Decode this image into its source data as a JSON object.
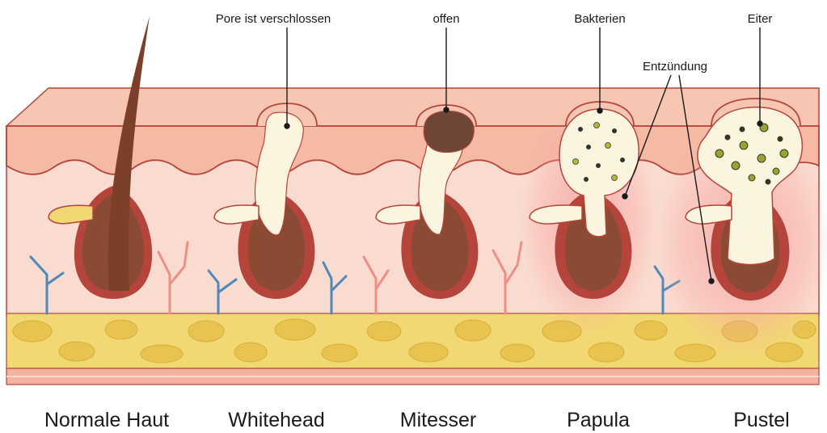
{
  "callouts": {
    "pore_closed": "Pore ist verschlossen",
    "open": "offen",
    "bacteria": "Bakterien",
    "pus": "Eiter",
    "inflammation": "Entzündung"
  },
  "captions": {
    "normal": "Normale Haut",
    "whitehead": "Whitehead",
    "blackhead": "Mitesser",
    "papule": "Papula",
    "pustule": "Pustel"
  },
  "colors": {
    "epidermis_top": "#f6b9a4",
    "dermis": "#fadbcf",
    "outline": "#b5453a",
    "follicle": "#8a4a33",
    "sebum": "#fbf5df",
    "fat": "#f2d873",
    "blackhead_plug": "#6e4637",
    "vein_blue": "#4f88b8",
    "vessel_red": "#ef8e86",
    "inflammation": "#f7a7a6",
    "bacteria": "#b8b832"
  }
}
